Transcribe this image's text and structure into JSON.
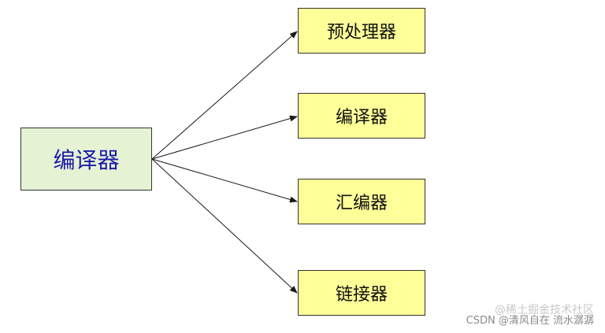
{
  "colors": {
    "source_fill": "#E6F2D4",
    "source_text": "#1A1AAA",
    "target_fill": "#FFFF99",
    "arrow": "#1a1a1a"
  },
  "source": {
    "label": "编译器"
  },
  "targets": [
    {
      "label": "预处理器"
    },
    {
      "label": "编译器"
    },
    {
      "label": "汇编器"
    },
    {
      "label": "链接器"
    }
  ],
  "watermark": {
    "main": "CSDN @清风自在 流水潺潺",
    "overlay": "@稀土掘金技术社区"
  }
}
